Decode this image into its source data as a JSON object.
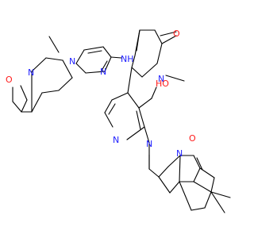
{
  "atoms": {
    "oxetane_o": "O",
    "piperazine_n1": "N",
    "piperazine_n2": "N",
    "pyridine_n_upper": "N",
    "amine_nh": "NH",
    "pyridone_o": "O",
    "pyridone_n": "N",
    "hydroxyl": "HO",
    "pyridine_n_lower": "N",
    "pyrazinone_n_left": "N",
    "pyrazinone_n_right": "N",
    "lactam_o": "O"
  },
  "colors": {
    "nitrogen": "#1f1fff",
    "oxygen": "#ff1a1a",
    "bond": "#000000"
  }
}
